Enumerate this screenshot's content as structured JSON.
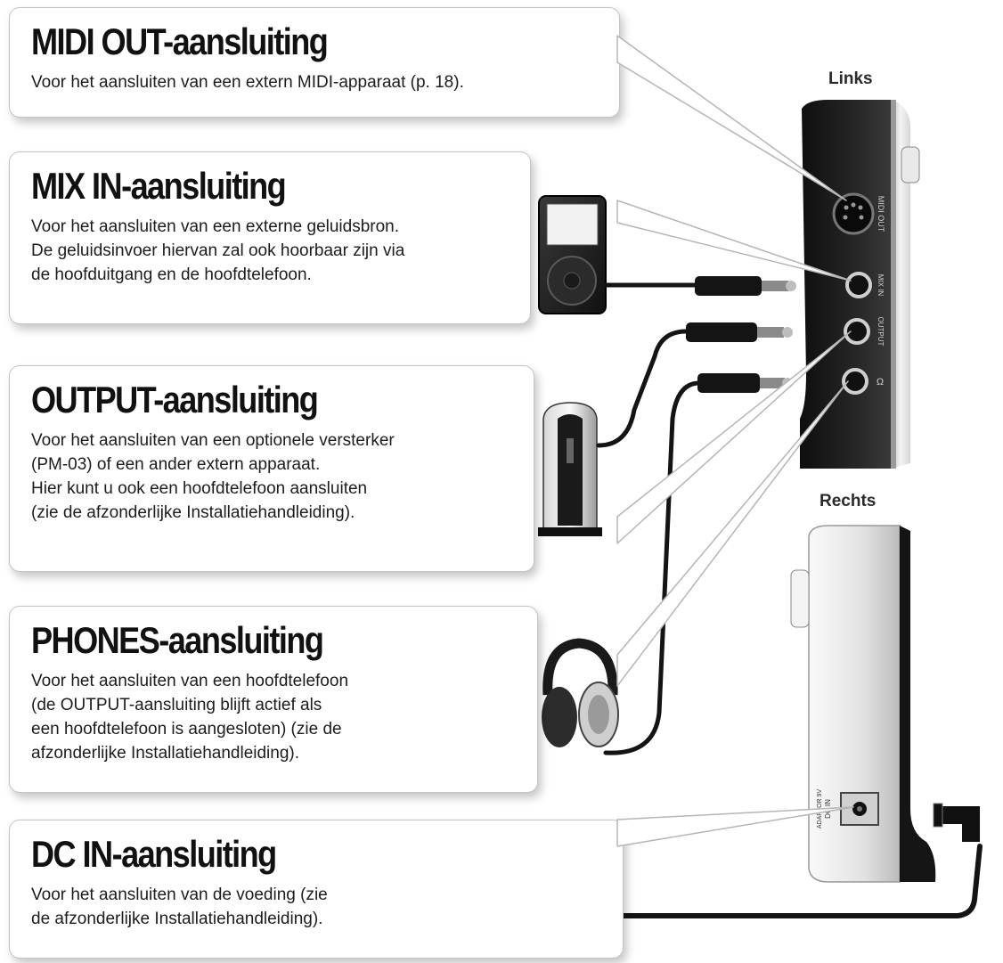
{
  "labels": {
    "left": "Links",
    "right": "Rechts"
  },
  "callouts": {
    "midi_out": {
      "title": "MIDI OUT-aansluiting",
      "lines": [
        "Voor het aansluiten van een extern MIDI-apparaat (p. 18)."
      ]
    },
    "mix_in": {
      "title": "MIX IN-aansluiting",
      "lines": [
        "Voor het aansluiten van een externe geluidsbron.",
        "De geluidsinvoer hiervan zal ook hoorbaar zijn via",
        "de hoofduitgang en de hoofdtelefoon."
      ]
    },
    "output": {
      "title": "OUTPUT-aansluiting",
      "lines": [
        "Voor het aansluiten van een optionele versterker",
        "(PM-03) of een ander extern apparaat.",
        "Hier kunt u ook een hoofdtelefoon aansluiten",
        "(zie de afzonderlijke Installatiehandleiding)."
      ]
    },
    "phones": {
      "title": "PHONES-aansluiting",
      "lines": [
        "Voor het aansluiten van een hoofdtelefoon",
        "(de OUTPUT-aansluiting blijft actief als",
        "een hoofdtelefoon is aangesloten) (zie de",
        "afzonderlijke Installatiehandleiding)."
      ]
    },
    "dc_in": {
      "title": "DC IN-aansluiting",
      "lines": [
        "Voor het aansluiten van de voeding (zie",
        "de afzonderlijke Installatiehandleiding)."
      ]
    }
  },
  "device_labels": {
    "midi_out": "MIDI OUT",
    "mix_in": "MIX IN",
    "output": "OUTPUT",
    "phones": "Ω",
    "dc_in": "DC IN",
    "adaptor": "ADAPTOR 9V"
  },
  "colors": {
    "device_dark": "#1e1e1e",
    "device_light": "#e8e8e8",
    "cable": "#141414",
    "callout_border": "#c4c4c4"
  }
}
